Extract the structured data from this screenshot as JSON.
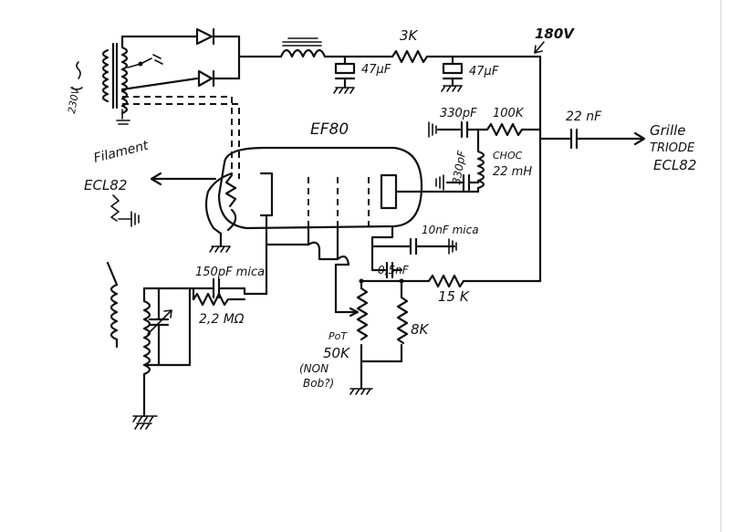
{
  "labels": {
    "transformer_voltage": "230V",
    "filter_resistor": "3K",
    "b_plus_voltage": "180V",
    "filter_cap_1": "47µF",
    "filter_cap_2": "47µF",
    "tube": "EF80",
    "filament_1": "Filament",
    "filament_2": "ECL82",
    "cap_330pf_top": "330pF",
    "res_100k": "100K",
    "coupling_cap": "22 nF",
    "grille_1": "Grille",
    "grille_2": "TRIODE",
    "grille_3": "ECL82",
    "choke_1": "CHOC",
    "choke_2": "22 mH",
    "cap_330pf_mid": "330pF",
    "mica_cap": "10nF mica",
    "grid_cap": "150pF mica",
    "grid_res": "2,2 MΩ",
    "cap_05nf": "0,5nF",
    "res_15k": "15 K",
    "pot_1": "PoT",
    "pot_2": "50K",
    "pot_3": "(NON",
    "pot_4": "Bob?)",
    "res_8k": "8K"
  }
}
